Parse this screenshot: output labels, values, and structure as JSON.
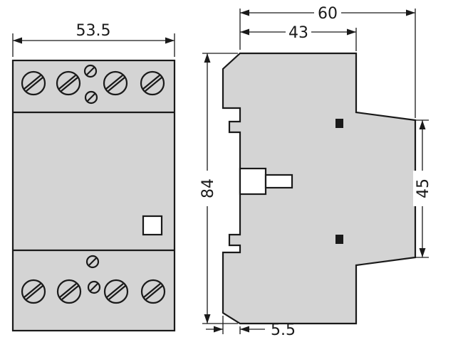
{
  "dimensions": {
    "front_width": "53.5",
    "overall_depth": "60",
    "body_depth": "43",
    "overall_height": "84",
    "front_face_height": "45",
    "rail_clip_offset": "5.5"
  },
  "colors": {
    "body_fill": "#d4d4d4",
    "line": "#1a1a1a",
    "background": "#ffffff"
  }
}
